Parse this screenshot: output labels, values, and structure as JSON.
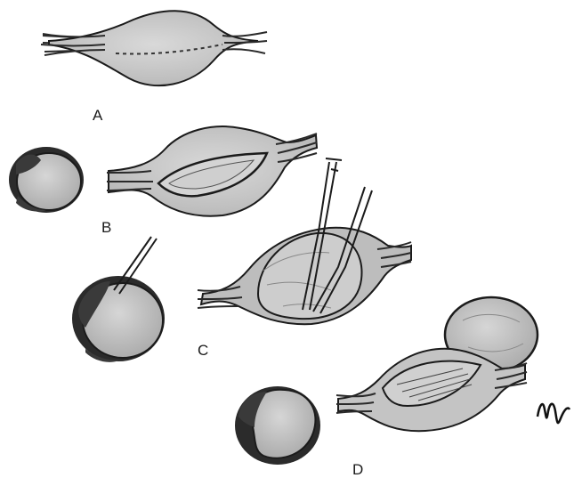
{
  "panels": [
    {
      "id": "A",
      "label": "A"
    },
    {
      "id": "B",
      "label": "B"
    },
    {
      "id": "C",
      "label": "C"
    },
    {
      "id": "D",
      "label": "D"
    }
  ],
  "colors": {
    "tissue_fill": "#c9c9c9",
    "tissue_inner": "#dadada",
    "outline": "#1b1b1b",
    "dark_rim": "#3a3a3a",
    "background": "#ffffff"
  }
}
